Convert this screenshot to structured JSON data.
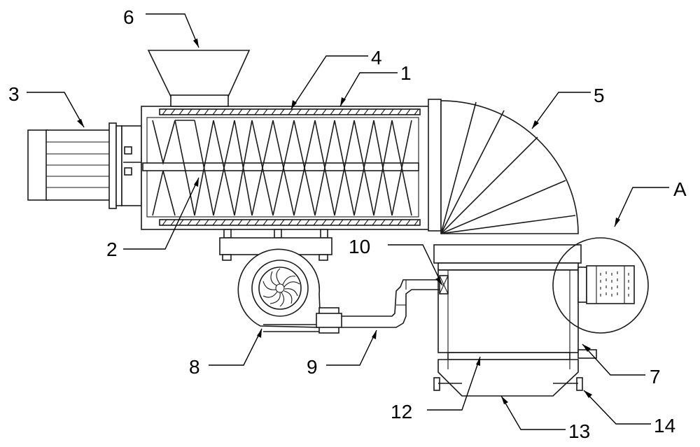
{
  "labels": {
    "l1": "1",
    "l2": "2",
    "l3": "3",
    "l4": "4",
    "l5": "5",
    "l6": "6",
    "l7": "7",
    "l8": "8",
    "l9": "9",
    "l10": "10",
    "l12": "12",
    "l13": "13",
    "l14": "14",
    "lA": "A"
  }
}
